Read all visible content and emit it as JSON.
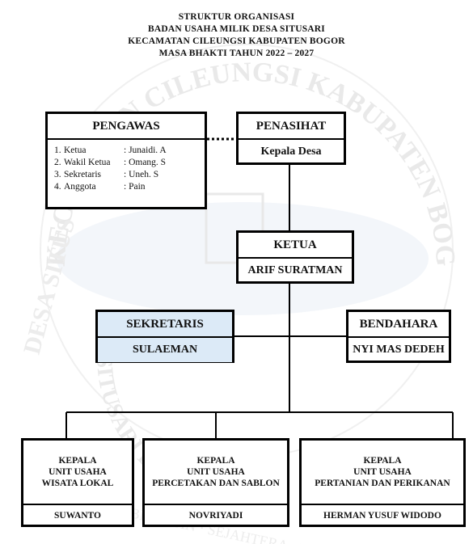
{
  "title": {
    "line1": "STRUKTUR ORGANISASI",
    "line2": "BADAN USAHA MILIK DESA SITUSARI",
    "line3": "KECAMATAN CILEUNGSI KABUPATEN BOGOR",
    "line4": "MASA BHAKTI TAHUN 2022 – 2027"
  },
  "watermark": {
    "arc_top": "KECAMATAN CILEUNGSI KABUPATEN BOGOR",
    "arc_left": "DESA SITUS",
    "arc_bottom": "SITUSARI BERRAMA",
    "arc_bottom2": "BERIMAN · SEJAHTERA · MANDIRI"
  },
  "pengawas": {
    "header": "PENGAWAS",
    "members": [
      {
        "no": "1.",
        "role": "Ketua",
        "name": ": Junaidi. A"
      },
      {
        "no": "2.",
        "role": "Wakil Ketua",
        "name": ": Omang. S"
      },
      {
        "no": "3.",
        "role": "Sekretaris",
        "name": ": Uneh. S"
      },
      {
        "no": "4.",
        "role": "Anggota",
        "name": ": Pain"
      }
    ]
  },
  "penasihat": {
    "header": "PENASIHAT",
    "name": "Kepala Desa"
  },
  "ketua": {
    "header": "KETUA",
    "name": "ARIF SURATMAN"
  },
  "sekretaris": {
    "header": "SEKRETARIS",
    "name": "SULAEMAN"
  },
  "bendahara": {
    "header": "BENDAHARA",
    "name": "NYI MAS DEDEH"
  },
  "units": [
    {
      "l1": "KEPALA",
      "l2": "UNIT USAHA",
      "l3": "WISATA LOKAL",
      "name": "SUWANTO"
    },
    {
      "l1": "KEPALA",
      "l2": "UNIT USAHA",
      "l3": "PERCETAKAN DAN SABLON",
      "name": "NOVRIYADI"
    },
    {
      "l1": "KEPALA",
      "l2": "UNIT USAHA",
      "l3": "PERTANIAN DAN PERIKANAN",
      "name": "HERMAN YUSUF WIDODO"
    }
  ],
  "colors": {
    "box_fill": "#dceaf7",
    "border": "#000000",
    "watermark": "#e6e6e6"
  }
}
